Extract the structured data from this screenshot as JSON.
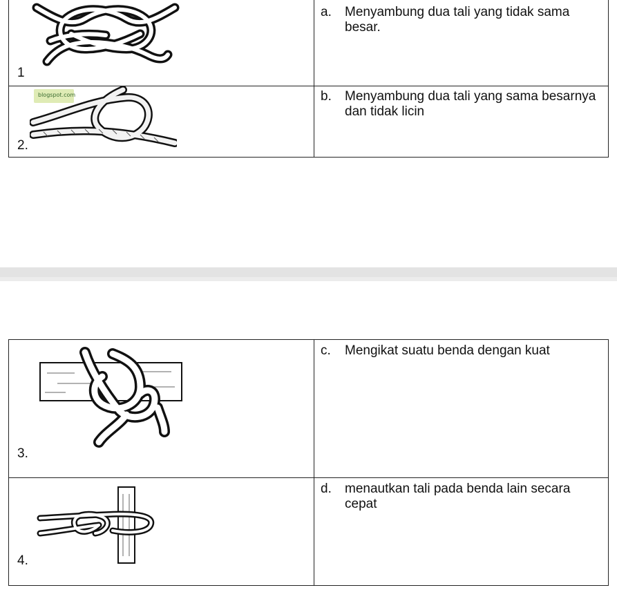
{
  "top_table": {
    "rows": [
      {
        "number": "1",
        "letter": "a.",
        "answer": "Menyambung dua tali yang tidak sama besar.",
        "icon": "reef-knot-icon"
      },
      {
        "number": "2.",
        "letter": "b.",
        "answer": "Menyambung dua tali yang sama besarnya dan tidak licin",
        "icon": "sheet-bend-icon",
        "watermark": "blogspot.com"
      }
    ]
  },
  "bottom_table": {
    "rows": [
      {
        "number": "3.",
        "letter": "c.",
        "answer": "Mengikat suatu benda dengan kuat",
        "icon": "timber-hitch-icon"
      },
      {
        "number": "4.",
        "letter": "d.",
        "answer": "menautkan tali pada benda lain secara cepat",
        "icon": "round-turn-hitch-icon"
      }
    ]
  }
}
